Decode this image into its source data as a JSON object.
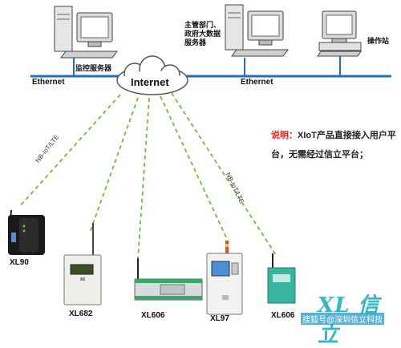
{
  "network": {
    "ethernet_left": "Ethernet",
    "ethernet_right": "Ethernet",
    "internet": "Internet",
    "link_left": "NB-IoT/LTE",
    "link_right": "NB-IoT/LTE"
  },
  "servers": {
    "monitor": "监控服务器",
    "gov_line1": "主管部门、",
    "gov_line2": "政府大数据",
    "gov_line3": "服务器",
    "station": "操作站"
  },
  "note": {
    "highlight": "说明：",
    "text": "XIoT产品直接接入用户平台，无需经过信立平台；"
  },
  "devices": {
    "xl90": "XL90",
    "xl682": "XL682",
    "xl606a": "XL606",
    "xl97": "XL97",
    "xl606b": "XL606"
  },
  "branding": {
    "logo": "XL 信立",
    "watermark": "搜狐号@深圳信立科技"
  },
  "colors": {
    "link_line": "#6cbf3a",
    "ethernet": "#1f6fc2",
    "note_highlight": "#e1251b",
    "brand": "#33b7c9"
  }
}
